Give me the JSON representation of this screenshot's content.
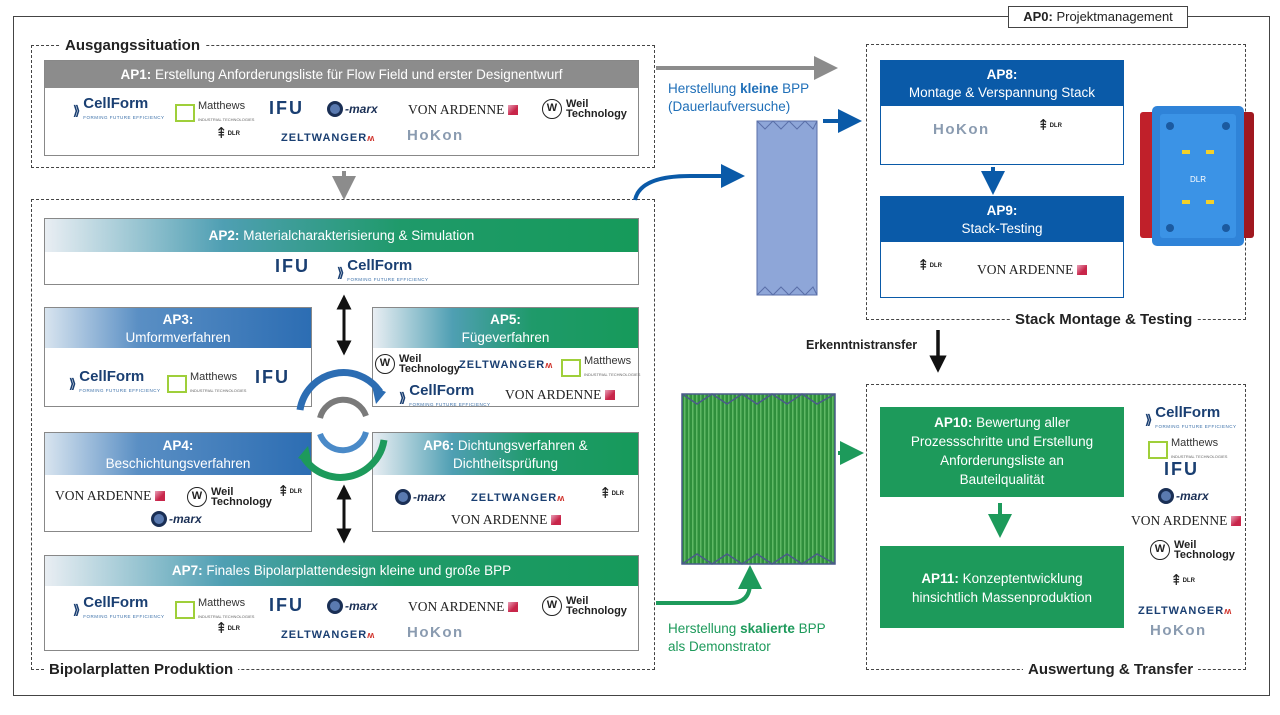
{
  "ap0": {
    "code": "AP0:",
    "label": "Projektmanagement"
  },
  "groups": {
    "ausgang": "Ausgangssituation",
    "produktion": "Bipolarplatten Produktion",
    "stack": "Stack Montage & Testing",
    "transfer": "Auswertung & Transfer"
  },
  "ap1": {
    "code": "AP1:",
    "label": "Erstellung Anforderungsliste für Flow Field und erster Designentwurf"
  },
  "ap2": {
    "code": "AP2:",
    "label": "Materialcharakterisierung & Simulation"
  },
  "ap3": {
    "code": "AP3:",
    "label": "Umformverfahren"
  },
  "ap4": {
    "code": "AP4:",
    "label": "Beschichtungsverfahren"
  },
  "ap5": {
    "code": "AP5:",
    "label": "Fügeverfahren"
  },
  "ap6": {
    "code": "AP6:",
    "label": "Dichtungsverfahren &",
    "label2": "Dichtheitsprüfung"
  },
  "ap7": {
    "code": "AP7:",
    "label": "Finales Bipolarplattendesign kleine und große BPP"
  },
  "ap8": {
    "code": "AP8:",
    "label": "Montage & Verspannung Stack"
  },
  "ap9": {
    "code": "AP9:",
    "label": "Stack-Testing"
  },
  "ap10": {
    "code": "AP10:",
    "label": "Bewertung aller",
    "line2": "Prozessschritte und Erstellung",
    "line3": "Anforderungsliste an",
    "line4": "Bauteilqualität"
  },
  "ap11": {
    "code": "AP11:",
    "label": "Konzeptentwicklung",
    "line2": "hinsichtlich Massenproduktion"
  },
  "notes": {
    "small_pre": "Herstellung",
    "small_bold": "kleine",
    "small_post": "BPP",
    "small_line2": "(Dauerlaufversuche)",
    "scaled_pre": "Herstellung",
    "scaled_bold": "skalierte",
    "scaled_post": "BPP",
    "scaled_line2": "als Demonstrator",
    "erkenntnis": "Erkenntnistransfer"
  },
  "logos": {
    "cellform": "CellForm",
    "cellform_tag": "FORMING FUTURE EFFICIENCY",
    "matthews": "Matthews",
    "matthews_tag": "INDUSTRIAL TECHNOLOGIES",
    "ifu": "IFU",
    "emarx": "-marx",
    "vonardenne": "VON ARDENNE",
    "weil_w": "W",
    "weil1": "Weil",
    "weil2": "Technology",
    "dlr": "DLR",
    "zeltwanger": "ZELTWANGER",
    "hokon": "HoKon"
  },
  "colors": {
    "green": "#1d9a5b",
    "blue": "#0a5aa8",
    "gray": "#8c8c8c"
  }
}
